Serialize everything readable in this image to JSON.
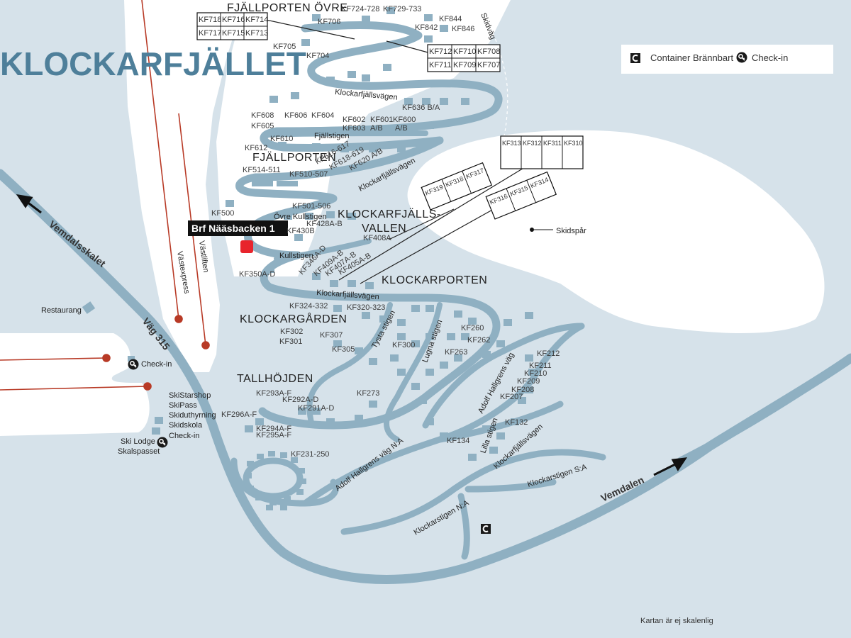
{
  "title": "KLOCKARFJÄLLET",
  "highlight_label": "Brf Nääsbacken 1",
  "footnote": "Kartan är ej skalenlig",
  "legend": {
    "container": "Container Brännbart",
    "checkin": "Check-in"
  },
  "areas": {
    "fjallporten_ovre": "FJÄLLPORTEN ÖVRE",
    "fjallporten": "FJÄLLPORTEN",
    "klockarfjallsvallen_1": "KLOCKARFJÄLLS-",
    "klockarfjallsvallen_2": "VALLEN",
    "klockarporten": "KLOCKARPORTEN",
    "klockargarden": "KLOCKARGÅRDEN",
    "tallhojden": "TALLHÖJDEN"
  },
  "roads": {
    "vemdalsskalet": "Vemdalsskalet",
    "vag315": "Väg 315",
    "vemdalen": "Vemdalen",
    "klockarfjallsvagen": "Klockarfjällsvägen",
    "fjallstigen": "Fjällstigen",
    "ovre_kullstigen": "Övre Kullstigen",
    "kullstigen": "Kullstigen",
    "tysta_stigen": "Tysta stigen",
    "lugna_stigen": "Lugna stigen",
    "adolf_hallgrens_vag": "Adolf Hallgrens väg",
    "adolf_hallgrens_vag_na": "Adolf Hallgrens väg N:A",
    "lilla_stigen": "Lilla stigen",
    "klockarstigen_na": "Klockarstigen N:A",
    "klockarstigen_sa": "Klockarstigen S:A",
    "skidvag": "Skidväg",
    "skidspar": "Skidspår",
    "vastexpress": "Västexpress",
    "vastliften": "Västliften"
  },
  "services": {
    "restaurang": "Restaurang",
    "checkin_west": "Check-in",
    "skistarshop": "SkiStarshop",
    "skipass": "SkiPass",
    "skiduthyrning": "Skiduthyrning",
    "skidskola": "Skidskola",
    "checkin_lodge": "Check-in",
    "ski_lodge": "Ski Lodge",
    "skalspasset": "Skalspasset"
  },
  "lots": {
    "kf724": "KF724-728",
    "kf729": "KF729-733",
    "kf706": "KF706",
    "kf844": "KF844",
    "kf842": "KF842",
    "kf846": "KF846",
    "kf705": "KF705",
    "kf704": "KF704",
    "kf608": "KF608",
    "kf606": "KF606",
    "kf604": "KF604",
    "kf602": "KF602",
    "kf601": "KF601",
    "kf600": "KF600",
    "kf636": "KF636 B/A",
    "kf605": "KF605",
    "kf603": "KF603",
    "kf601ab": "A/B",
    "kf600ab": "A/B",
    "kf610": "KF610",
    "kf612": "KF612",
    "kf616": "KF616-617",
    "kf618": "KF618-619",
    "kf620": "KF620 A/B",
    "kf514": "KF514-511",
    "kf510": "KF510-507",
    "kf501": "KF501-506",
    "kf500": "KF500",
    "kf428": "KF428A-B",
    "kf430": "KF430B",
    "kf408": "KF408A",
    "kf346": "KF346A-D",
    "kf409": "KF409A-B",
    "kf407": "KF407A-B",
    "kf405": "KF405A-B",
    "kf350": "KF350A-D",
    "kf324": "KF324-332",
    "kf320": "KF320-323",
    "kf302": "KF302",
    "kf301": "KF301",
    "kf307": "KF307",
    "kf305": "KF305",
    "kf300": "KF300",
    "kf260": "KF260",
    "kf262": "KF262",
    "kf263": "KF263",
    "kf212": "KF212",
    "kf211": "KF211",
    "kf210": "KF210",
    "kf209": "KF209",
    "kf208": "KF208",
    "kf207": "KF207",
    "kf293": "KF293A-F",
    "kf292": "KF292A-D",
    "kf291": "KF291A-D",
    "kf296": "KF296A-F",
    "kf294": "KF294A-F",
    "kf295": "KF295A-F",
    "kf273": "KF273",
    "kf132": "KF132",
    "kf134": "KF134",
    "kf231": "KF231-250"
  },
  "grid_north": [
    "KF718",
    "KF716",
    "KF714",
    "KF717",
    "KF715",
    "KF713"
  ],
  "grid_ne": [
    "KF712",
    "KF710",
    "KF708",
    "KF711",
    "KF709",
    "KF707"
  ],
  "grid_313": [
    "KF313",
    "KF312",
    "KF311",
    "KF310"
  ],
  "grid_319": [
    "KF319",
    "KF318",
    "KF317"
  ],
  "grid_316": [
    "KF316",
    "KF315",
    "KF314"
  ],
  "icons": {
    "container": "container-icon",
    "checkin": "checkin-icon"
  },
  "colors": {
    "background": "#d6e2ea",
    "snow": "#ffffff",
    "road": "#8fb0c2",
    "title": "#4e7f9a",
    "lift": "#b83a26",
    "highlight": "#e8242c"
  }
}
